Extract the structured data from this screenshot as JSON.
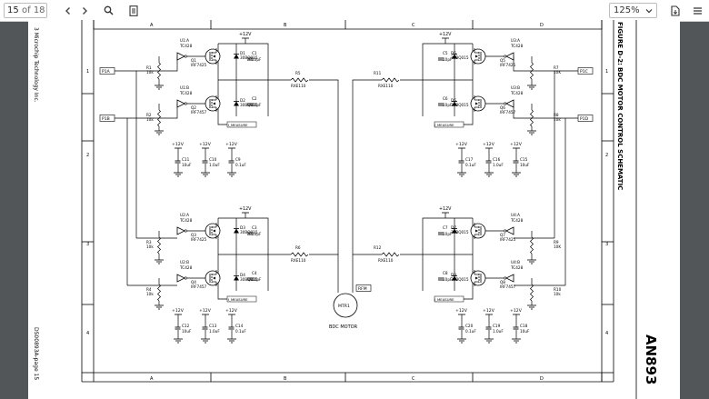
{
  "viewer": {
    "page_number": "15",
    "page_total": "of 18",
    "zoom": "125%"
  },
  "icons": {
    "prev": "chevron-left-icon",
    "next": "chevron-right-icon",
    "search": "search-icon",
    "outline": "outline-icon",
    "download": "download-icon",
    "menu": "menu-icon"
  },
  "document": {
    "company": "3 Microchip Technology Inc.",
    "page_label": "DS00893A-page 15",
    "figure_title": "FIGURE D-2:",
    "schematic_title": "BDC MOTOR CONTROL SCHEMATIC",
    "app_note": "AN893",
    "columns": [
      "A",
      "B",
      "C",
      "D"
    ],
    "rows": [
      "1",
      "2",
      "3",
      "4"
    ]
  },
  "schematic": {
    "power_labels": [
      "+12V"
    ],
    "inputs": {
      "p1a": "P1A",
      "p1b": "P1B",
      "p1c": "P1C",
      "p1d": "P1D",
      "rfm": "RFM"
    },
    "measure": "I_MEASURE",
    "motor": {
      "ref": "MTR1",
      "label": "BDC MOTOR"
    },
    "drivers": {
      "u1a": [
        "U1:A",
        "TC428"
      ],
      "u1b": [
        "U1:B",
        "TC428"
      ],
      "u2a": [
        "U2:A",
        "TC428"
      ],
      "u2b": [
        "U2:B",
        "TC428"
      ],
      "u3a": [
        "U3:A",
        "TC428"
      ],
      "u3b": [
        "U3:B",
        "TC428"
      ],
      "u4a": [
        "U4:A",
        "TC428"
      ],
      "u4b": [
        "U4:B",
        "TC428"
      ]
    },
    "mosfets": {
      "q1": [
        "Q1",
        "IRF7425"
      ],
      "q2": [
        "Q2",
        "IRF7457"
      ],
      "q3": [
        "Q3",
        "IRF7425"
      ],
      "q4": [
        "Q4",
        "IRF7457"
      ],
      "q5": [
        "Q5",
        "IRF7425"
      ],
      "q6": [
        "Q6",
        "IRF7457"
      ],
      "q7": [
        "Q7",
        "IRF7425"
      ],
      "q8": [
        "Q8",
        "IRF7457"
      ]
    },
    "diodes": {
      "d1": [
        "D1",
        "30BQ015"
      ],
      "d2": [
        "D2",
        "30BQ015"
      ],
      "d3": [
        "D3",
        "30BQ015"
      ],
      "d4": [
        "D4",
        "30BQ015"
      ],
      "d5": [
        "D5",
        "30BQ015"
      ],
      "d6": [
        "D6",
        "30BQ015"
      ],
      "d7": [
        "D7",
        "30BQ015"
      ],
      "d8": [
        "D8",
        "30BQ015"
      ]
    },
    "resistors": {
      "r1": [
        "R1",
        "10k"
      ],
      "r2": [
        "R2",
        "10k"
      ],
      "r3": [
        "R3",
        "10k"
      ],
      "r4": [
        "R4",
        "10k"
      ],
      "r7": [
        "R7",
        "10K"
      ],
      "r8": [
        "R8",
        "10k"
      ],
      "r9": [
        "R9",
        "10K"
      ],
      "r10": [
        "R10",
        "10k"
      ],
      "r5": [
        "R5",
        "RXE110"
      ],
      "r6": [
        "R6",
        "RXE110"
      ],
      "r11": [
        "R11",
        "RXE110"
      ],
      "r12": [
        "R12",
        "RXE110"
      ]
    },
    "caps_small": {
      "c1": [
        "C1",
        "10pF"
      ],
      "c2": [
        "C2",
        "10pF"
      ],
      "c3": [
        "C3",
        "10pF"
      ],
      "c4": [
        "C4",
        "10pF"
      ],
      "c5": [
        "C5",
        "10pF"
      ],
      "c6": [
        "C6",
        "10pF"
      ],
      "c7": [
        "C7",
        "10pF"
      ],
      "c8": [
        "C8",
        "10pF"
      ]
    },
    "caps_supply": {
      "c11": [
        "C11",
        "10uF"
      ],
      "c10": [
        "C10",
        "1.0uF"
      ],
      "c9": [
        "C9",
        "0.1uF"
      ],
      "c12": [
        "C12",
        "10uF"
      ],
      "c13": [
        "C13",
        "1.0uF"
      ],
      "c14": [
        "C14",
        "0.1uF"
      ],
      "c17": [
        "C17",
        "0.1uF"
      ],
      "c16": [
        "C16",
        "1.0uF"
      ],
      "c15": [
        "C15",
        "10uF"
      ],
      "c20": [
        "C20",
        "0.1uF"
      ],
      "c19": [
        "C19",
        "1.0uF"
      ],
      "c18": [
        "C18",
        "10uF"
      ]
    }
  }
}
